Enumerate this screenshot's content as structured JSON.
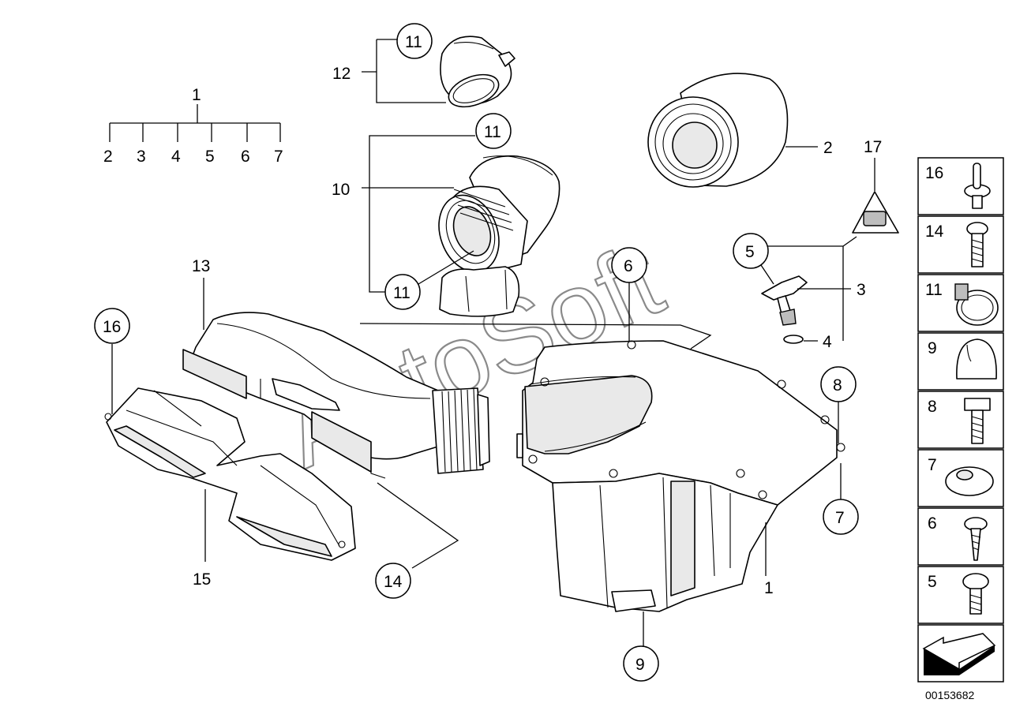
{
  "diagram_id": "00153682",
  "watermark": "AutoSoft",
  "callouts": {
    "c1": "1",
    "c2": "2",
    "c3": "3",
    "c4": "4",
    "c5": "5",
    "c6": "6",
    "c7": "7",
    "c8": "8",
    "c9": "9",
    "c10": "10",
    "c11": "11",
    "c12": "12",
    "c13": "13",
    "c14": "14",
    "c15": "15",
    "c16": "16",
    "c17": "17"
  },
  "tree": [
    "2",
    "3",
    "4",
    "5",
    "6",
    "7"
  ],
  "legend": [
    "16",
    "14",
    "11",
    "9",
    "8",
    "7",
    "6",
    "5"
  ]
}
